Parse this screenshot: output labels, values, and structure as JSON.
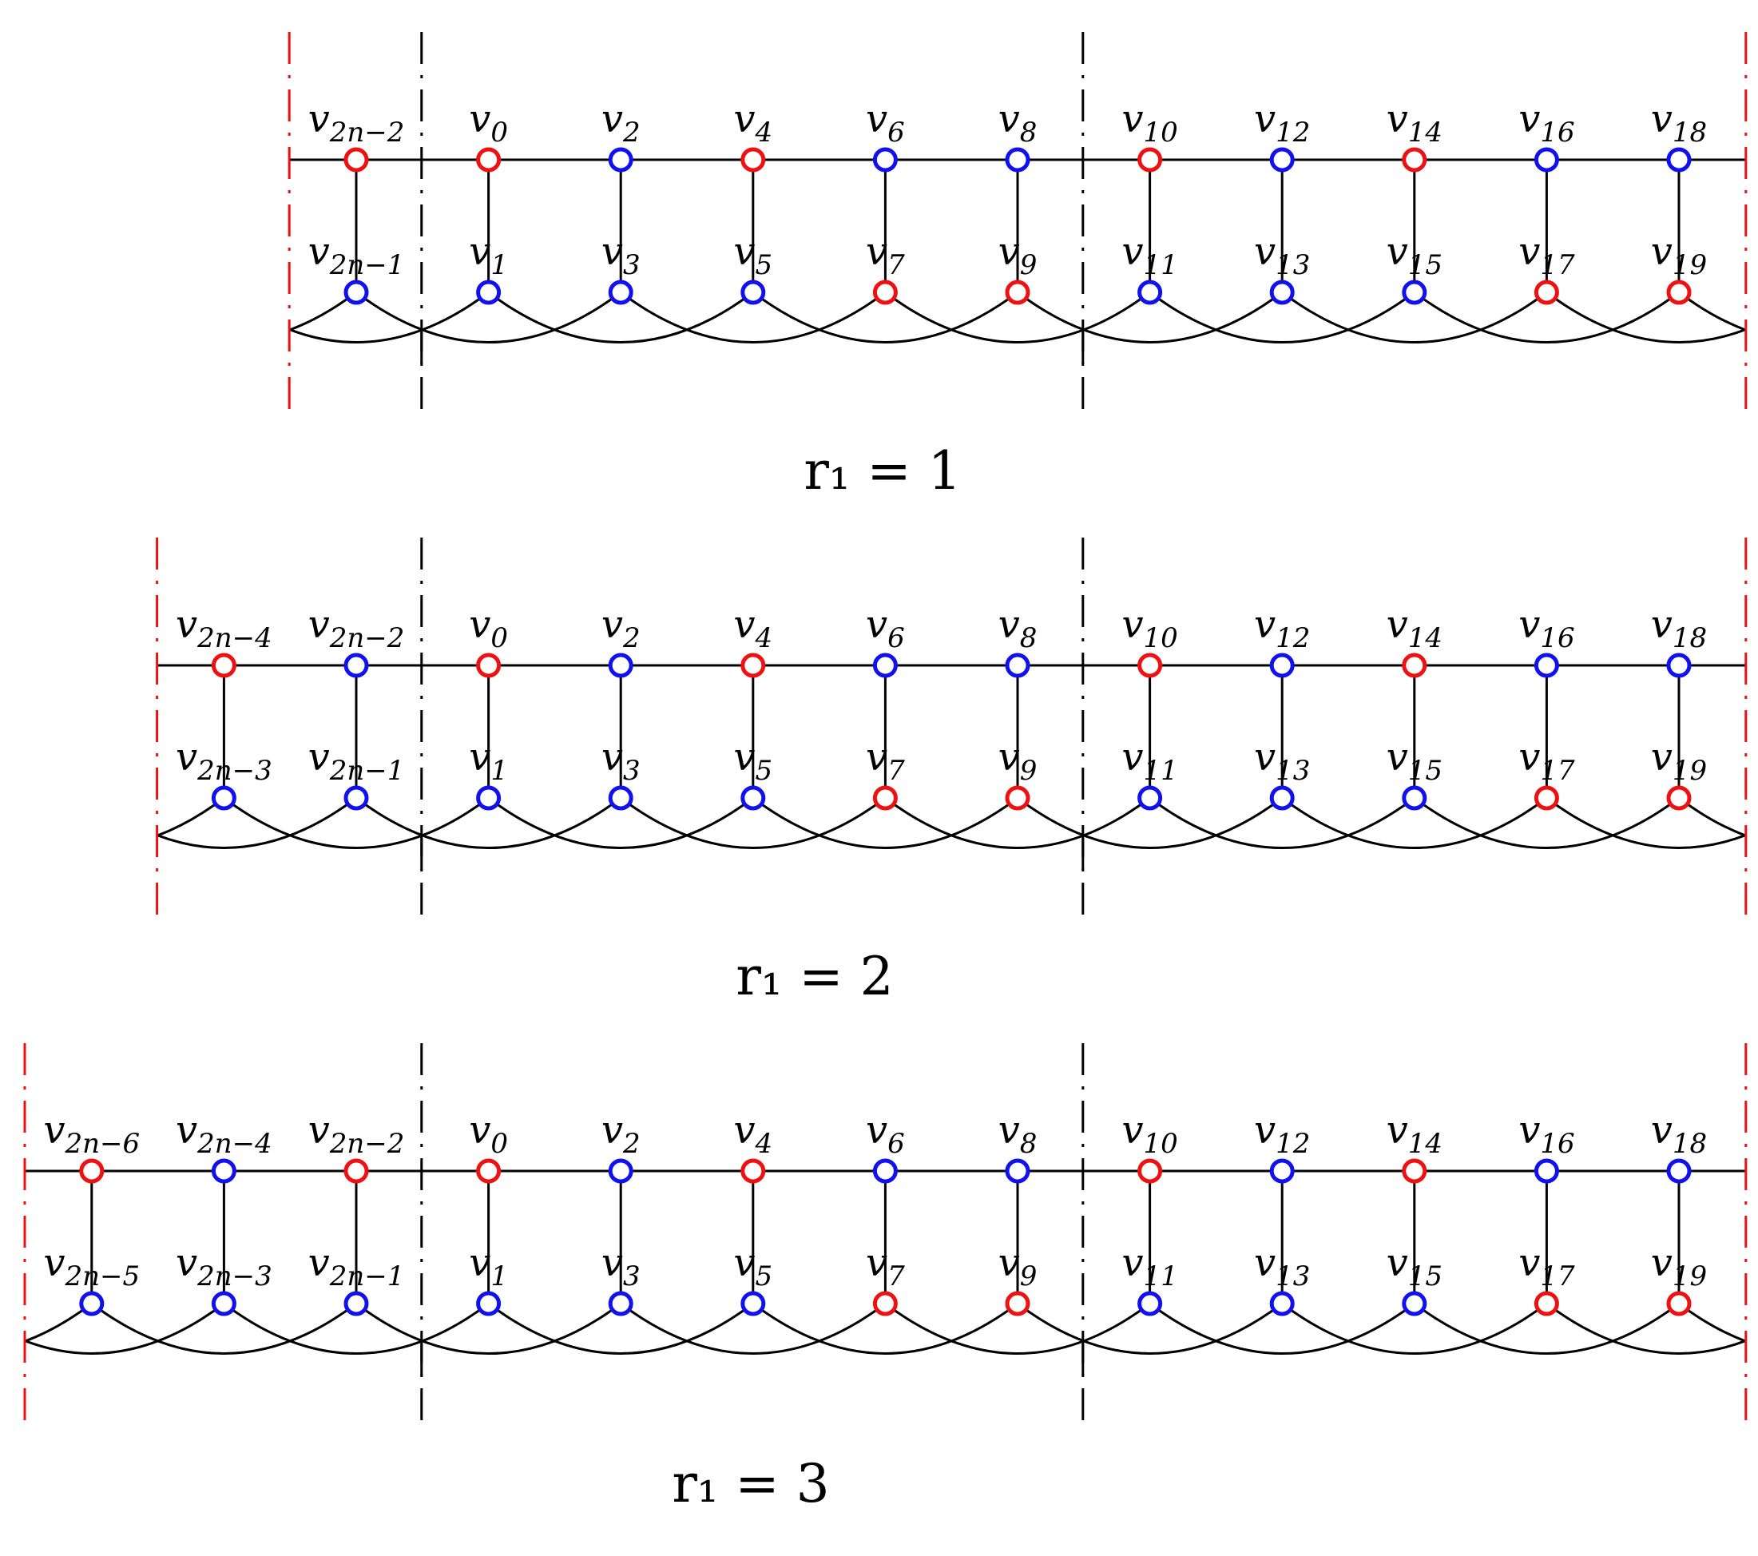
{
  "colors": {
    "red": "#ee1111",
    "blue": "#1111ee",
    "edge": "#000000",
    "boundary": "#ee1111",
    "divider": "#000000"
  },
  "panels": [
    {
      "caption": "r₁ = 1",
      "top_labels": [
        "v2n−2",
        "v0",
        "v2",
        "v4",
        "v6",
        "v8",
        "v10",
        "v12",
        "v14",
        "v16",
        "v18"
      ],
      "bottom_labels": [
        "v2n−1",
        "v1",
        "v3",
        "v5",
        "v7",
        "v9",
        "v11",
        "v13",
        "v15",
        "v17",
        "v19"
      ],
      "top_colors": [
        "red",
        "red",
        "blue",
        "red",
        "blue",
        "blue",
        "red",
        "blue",
        "red",
        "blue",
        "blue"
      ],
      "bottom_colors": [
        "blue",
        "blue",
        "blue",
        "blue",
        "red",
        "red",
        "blue",
        "blue",
        "blue",
        "red",
        "red"
      ]
    },
    {
      "caption": "r₁ = 2",
      "top_labels": [
        "v2n−4",
        "v2n−2",
        "v0",
        "v2",
        "v4",
        "v6",
        "v8",
        "v10",
        "v12",
        "v14",
        "v16",
        "v18"
      ],
      "bottom_labels": [
        "v2n−3",
        "v2n−1",
        "v1",
        "v3",
        "v5",
        "v7",
        "v9",
        "v11",
        "v13",
        "v15",
        "v17",
        "v19"
      ],
      "top_colors": [
        "red",
        "blue",
        "red",
        "blue",
        "red",
        "blue",
        "blue",
        "red",
        "blue",
        "red",
        "blue",
        "blue"
      ],
      "bottom_colors": [
        "blue",
        "blue",
        "blue",
        "blue",
        "blue",
        "red",
        "red",
        "blue",
        "blue",
        "blue",
        "red",
        "red"
      ]
    },
    {
      "caption": "r₁ = 3",
      "top_labels": [
        "v2n−6",
        "v2n−4",
        "v2n−2",
        "v0",
        "v2",
        "v4",
        "v6",
        "v8",
        "v10",
        "v12",
        "v14",
        "v16",
        "v18"
      ],
      "bottom_labels": [
        "v2n−5",
        "v2n−3",
        "v2n−1",
        "v1",
        "v3",
        "v5",
        "v7",
        "v9",
        "v11",
        "v13",
        "v15",
        "v17",
        "v19"
      ],
      "top_colors": [
        "red",
        "blue",
        "red",
        "red",
        "blue",
        "red",
        "blue",
        "blue",
        "red",
        "blue",
        "red",
        "blue",
        "blue"
      ],
      "bottom_colors": [
        "blue",
        "blue",
        "blue",
        "blue",
        "blue",
        "blue",
        "red",
        "red",
        "blue",
        "blue",
        "blue",
        "red",
        "red"
      ]
    }
  ]
}
